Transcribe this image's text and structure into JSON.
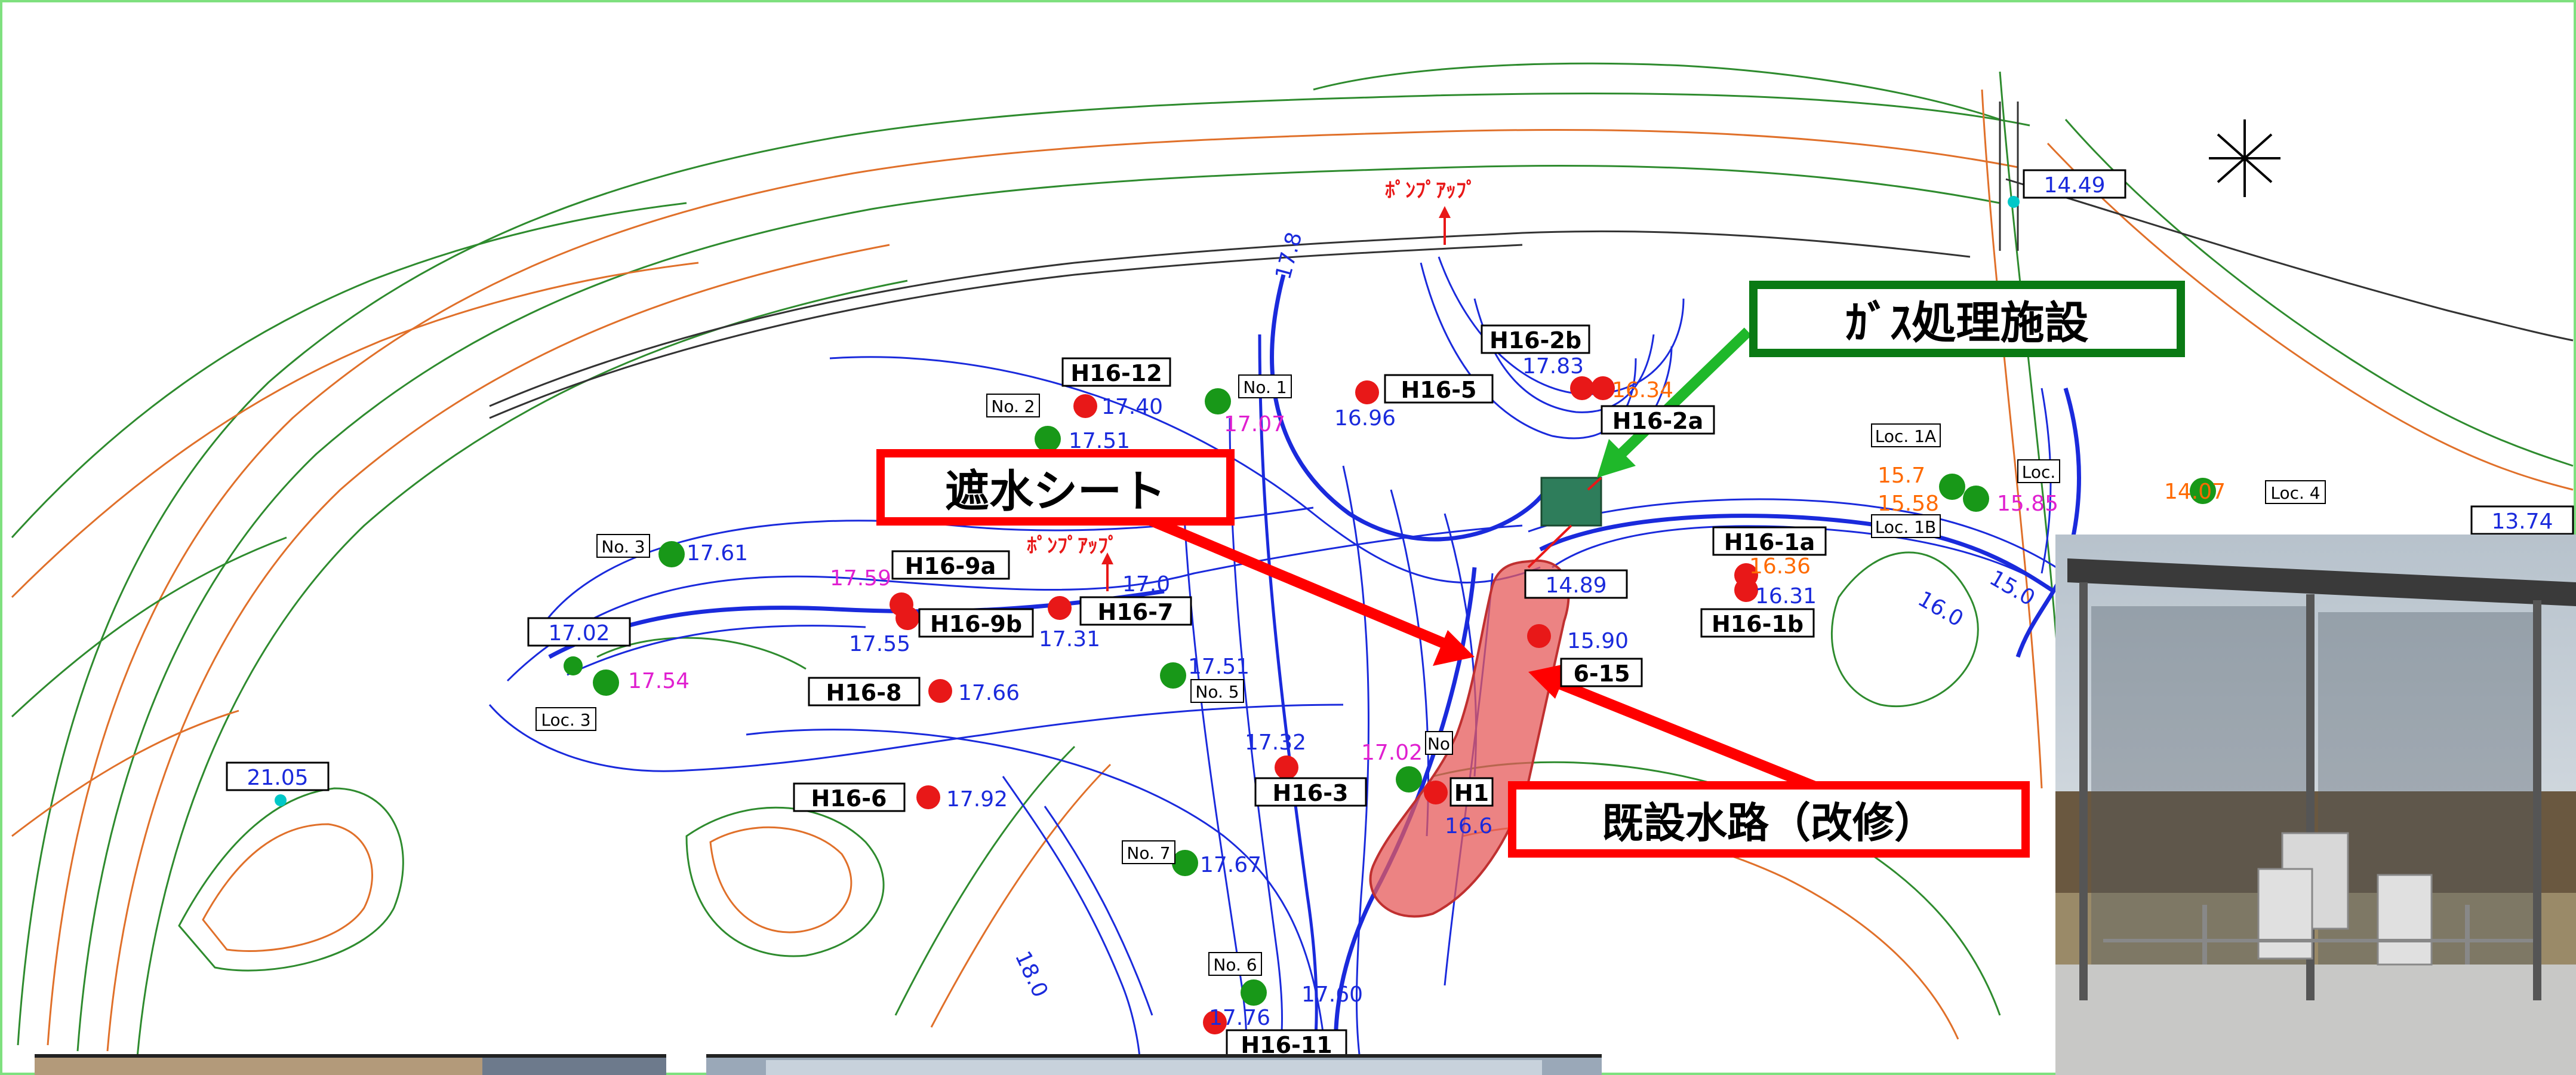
{
  "colors": {
    "contour_green": "#2e8b2e",
    "contour_orange": "#e0702a",
    "groundwater_blue": "#1a2adc",
    "well_red": "#e81818",
    "well_green": "#189818",
    "callout_red": "#ff0000",
    "callout_green": "#0a7a14",
    "elev_magenta": "#e020d0",
    "elev_orange": "#ff6a00",
    "channel_fill": "#e65a5a",
    "facility_fill": "#2e7d5b"
  },
  "callouts": {
    "gas": "ｶﾞｽ処理施設",
    "sheet": "遮水シート",
    "channel": "既設水路（改修）"
  },
  "annotations": {
    "pump_up": "ﾎﾟﾝﾌﾟｱｯﾌﾟ"
  },
  "wells": {
    "h16_12": "H16-12",
    "h16_2b": "H16-2b",
    "h16_5": "H16-5",
    "h16_2a": "H16-2a",
    "h16_1a": "H16-1a",
    "h16_1b": "H16-1b",
    "h16_9a": "H16-9a",
    "h16_9b": "H16-9b",
    "h16_7": "H16-7",
    "h16_8": "H16-8",
    "h16_15": "6-15",
    "h16_6": "H16-6",
    "h16_3": "H16-3",
    "h16_11": "H16-11",
    "h16_1x": "H1"
  },
  "stations": {
    "no1": "No. 1",
    "no2": "No. 2",
    "no3": "No. 3",
    "no5": "No. 5",
    "no6": "No. 6",
    "no7": "No. 7",
    "no_partial": "No",
    "loc1a": "Loc. 1A",
    "loc1b": "Loc. 1B",
    "loc_partial": "Loc.",
    "loc3": "Loc. 3",
    "loc4": "Loc. 4"
  },
  "elevations_boxed": {
    "e1449": "14.49",
    "e1374": "13.74",
    "e1702": "17.02",
    "e2105": "21.05",
    "e1489": "14.89"
  },
  "elevations_blue": {
    "e1740": "17.40",
    "e1751": "17.51",
    "e1696": "16.96",
    "e1783": "17.83",
    "e1761": "17.61",
    "e1555": "17.55",
    "e1731": "17.31",
    "e1766": "17.66",
    "e1751b": "17.51",
    "e1732": "17.32",
    "e1792": "17.92",
    "e1767": "17.67",
    "e1760": "17.60",
    "e1776": "17.76",
    "e1631": "16.31",
    "e1590": "15.90",
    "e1770": "17.0",
    "e166": "16.6"
  },
  "elevations_magenta": {
    "e1707": "17.07",
    "e1759": "17.59",
    "e1754": "17.54",
    "e1702b": "17.02",
    "e1585": "15.85"
  },
  "elevations_orange": {
    "e1634": "16.34",
    "e1407": "14.07",
    "e157": "15.7",
    "e1558": "15.58",
    "e1636": "16.36"
  },
  "contour_labels": {
    "c180": "18.0",
    "c160": "16.0",
    "c150": "15.0",
    "c178": "17.8"
  }
}
